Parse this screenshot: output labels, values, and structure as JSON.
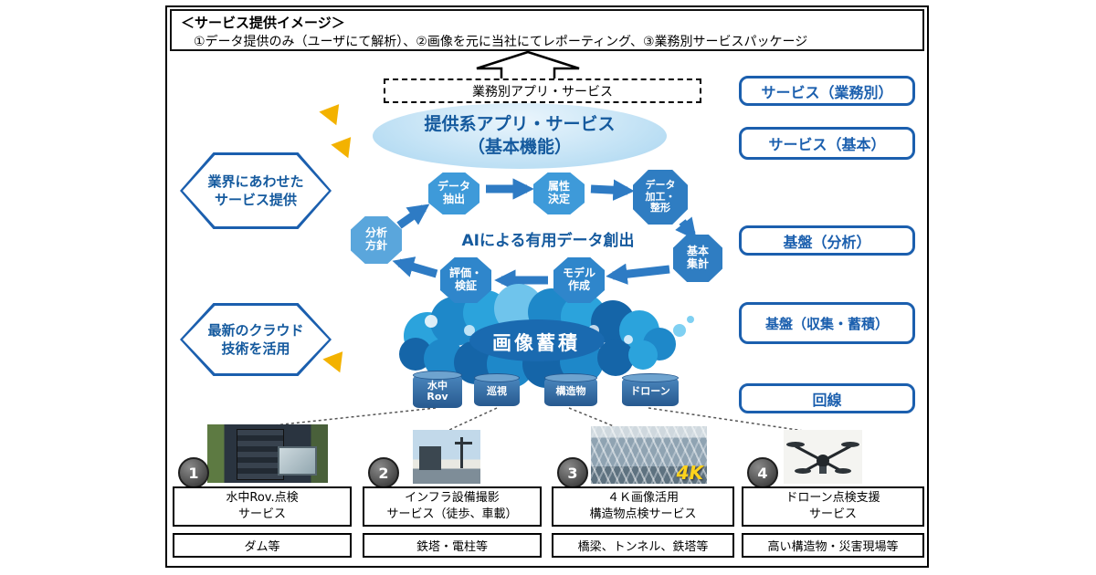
{
  "colors": {
    "accent_blue": "#1b5fae",
    "node_blue": "#2f86cb",
    "light_blue_fill": "#bcdff4",
    "cloud_blue": "#1e88c9",
    "cylinder_blue": "#27598f",
    "triangle_yellow": "#f3b200",
    "badge_yellow": "#ffd31c"
  },
  "header": {
    "title": "＜サービス提供イメージ＞",
    "subtitle": "①データ提供のみ（ユーザにて解析）、②画像を元に当社にてレポーティング、③業務別サービスパッケージ"
  },
  "flow": {
    "dashed_label": "業務別アプリ・サービス",
    "ellipse_label": "提供系アプリ・サービス\n（基本機能）",
    "ai_center": "AIによる有用データ創出"
  },
  "left_hexagons": [
    {
      "label": "業界にあわせた\nサービス提供"
    },
    {
      "label": "最新のクラウド\n技術を活用"
    }
  ],
  "right_boxes": [
    {
      "label": "サービス（業務別）"
    },
    {
      "label": "サービス（基本）"
    },
    {
      "label": "基盤（分析）"
    },
    {
      "label": "基盤（収集・蓄積）"
    },
    {
      "label": "回線"
    }
  ],
  "cycle_nodes": [
    {
      "label": "分析\n方針"
    },
    {
      "label": "データ\n抽出"
    },
    {
      "label": "属性\n決定"
    },
    {
      "label": "データ\n加工・\n整形"
    },
    {
      "label": "基本\n集計"
    },
    {
      "label": "モデル\n作成"
    },
    {
      "label": "評価・\n検証"
    }
  ],
  "storage": {
    "cloud_label": "画像蓄積",
    "cylinders": [
      {
        "label": "水中\nRov"
      },
      {
        "label": "巡視"
      },
      {
        "label": "構造物"
      },
      {
        "label": "ドローン"
      }
    ]
  },
  "services": [
    {
      "number": "1",
      "name": "水中Rov.点検\nサービス",
      "target": "ダム等"
    },
    {
      "number": "2",
      "name": "インフラ設備撮影\nサービス（徒歩、車載）",
      "target": "鉄塔・電柱等"
    },
    {
      "number": "3",
      "name": "４Ｋ画像活用\n構造物点検サービス",
      "target": "橋梁、トンネル、鉄塔等",
      "badge": "4K"
    },
    {
      "number": "4",
      "name": "ドローン点検支援\nサービス",
      "target": "高い構造物・災害現場等"
    }
  ]
}
